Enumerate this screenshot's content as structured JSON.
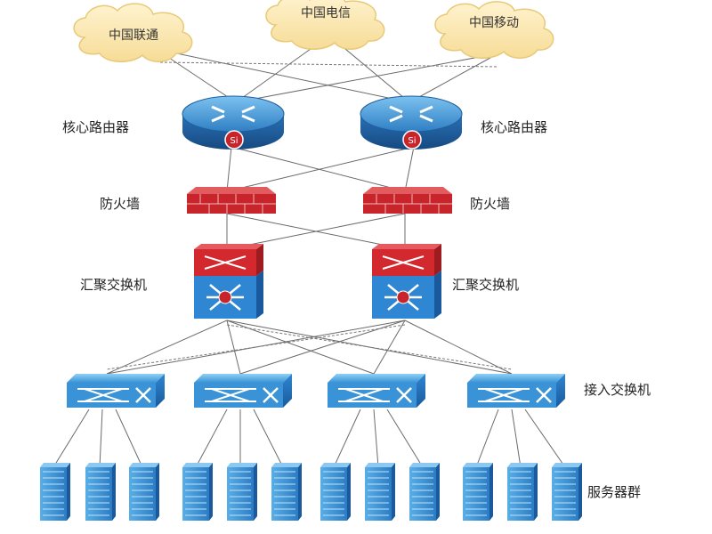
{
  "isps": [
    {
      "label": "中国联通"
    },
    {
      "label": "中国电信"
    },
    {
      "label": "中国移动"
    }
  ],
  "tiers": {
    "core_router": "核心路由器",
    "firewall": "防火墙",
    "aggregation_switch": "汇聚交换机",
    "access_switch": "接入交换机",
    "server_cluster": "服务器群"
  },
  "router_badge": "Si",
  "colors": {
    "cloud": "#fbe7b0",
    "cloud_edge": "#e8c978",
    "router_top": "#4a9fd8",
    "router_side": "#1f5f9e",
    "firewall": "#c8242b",
    "agg_top": "#d2282e",
    "agg_bottom": "#2f86d3",
    "access": "#3a93d6",
    "server": "#3b8fd3"
  }
}
